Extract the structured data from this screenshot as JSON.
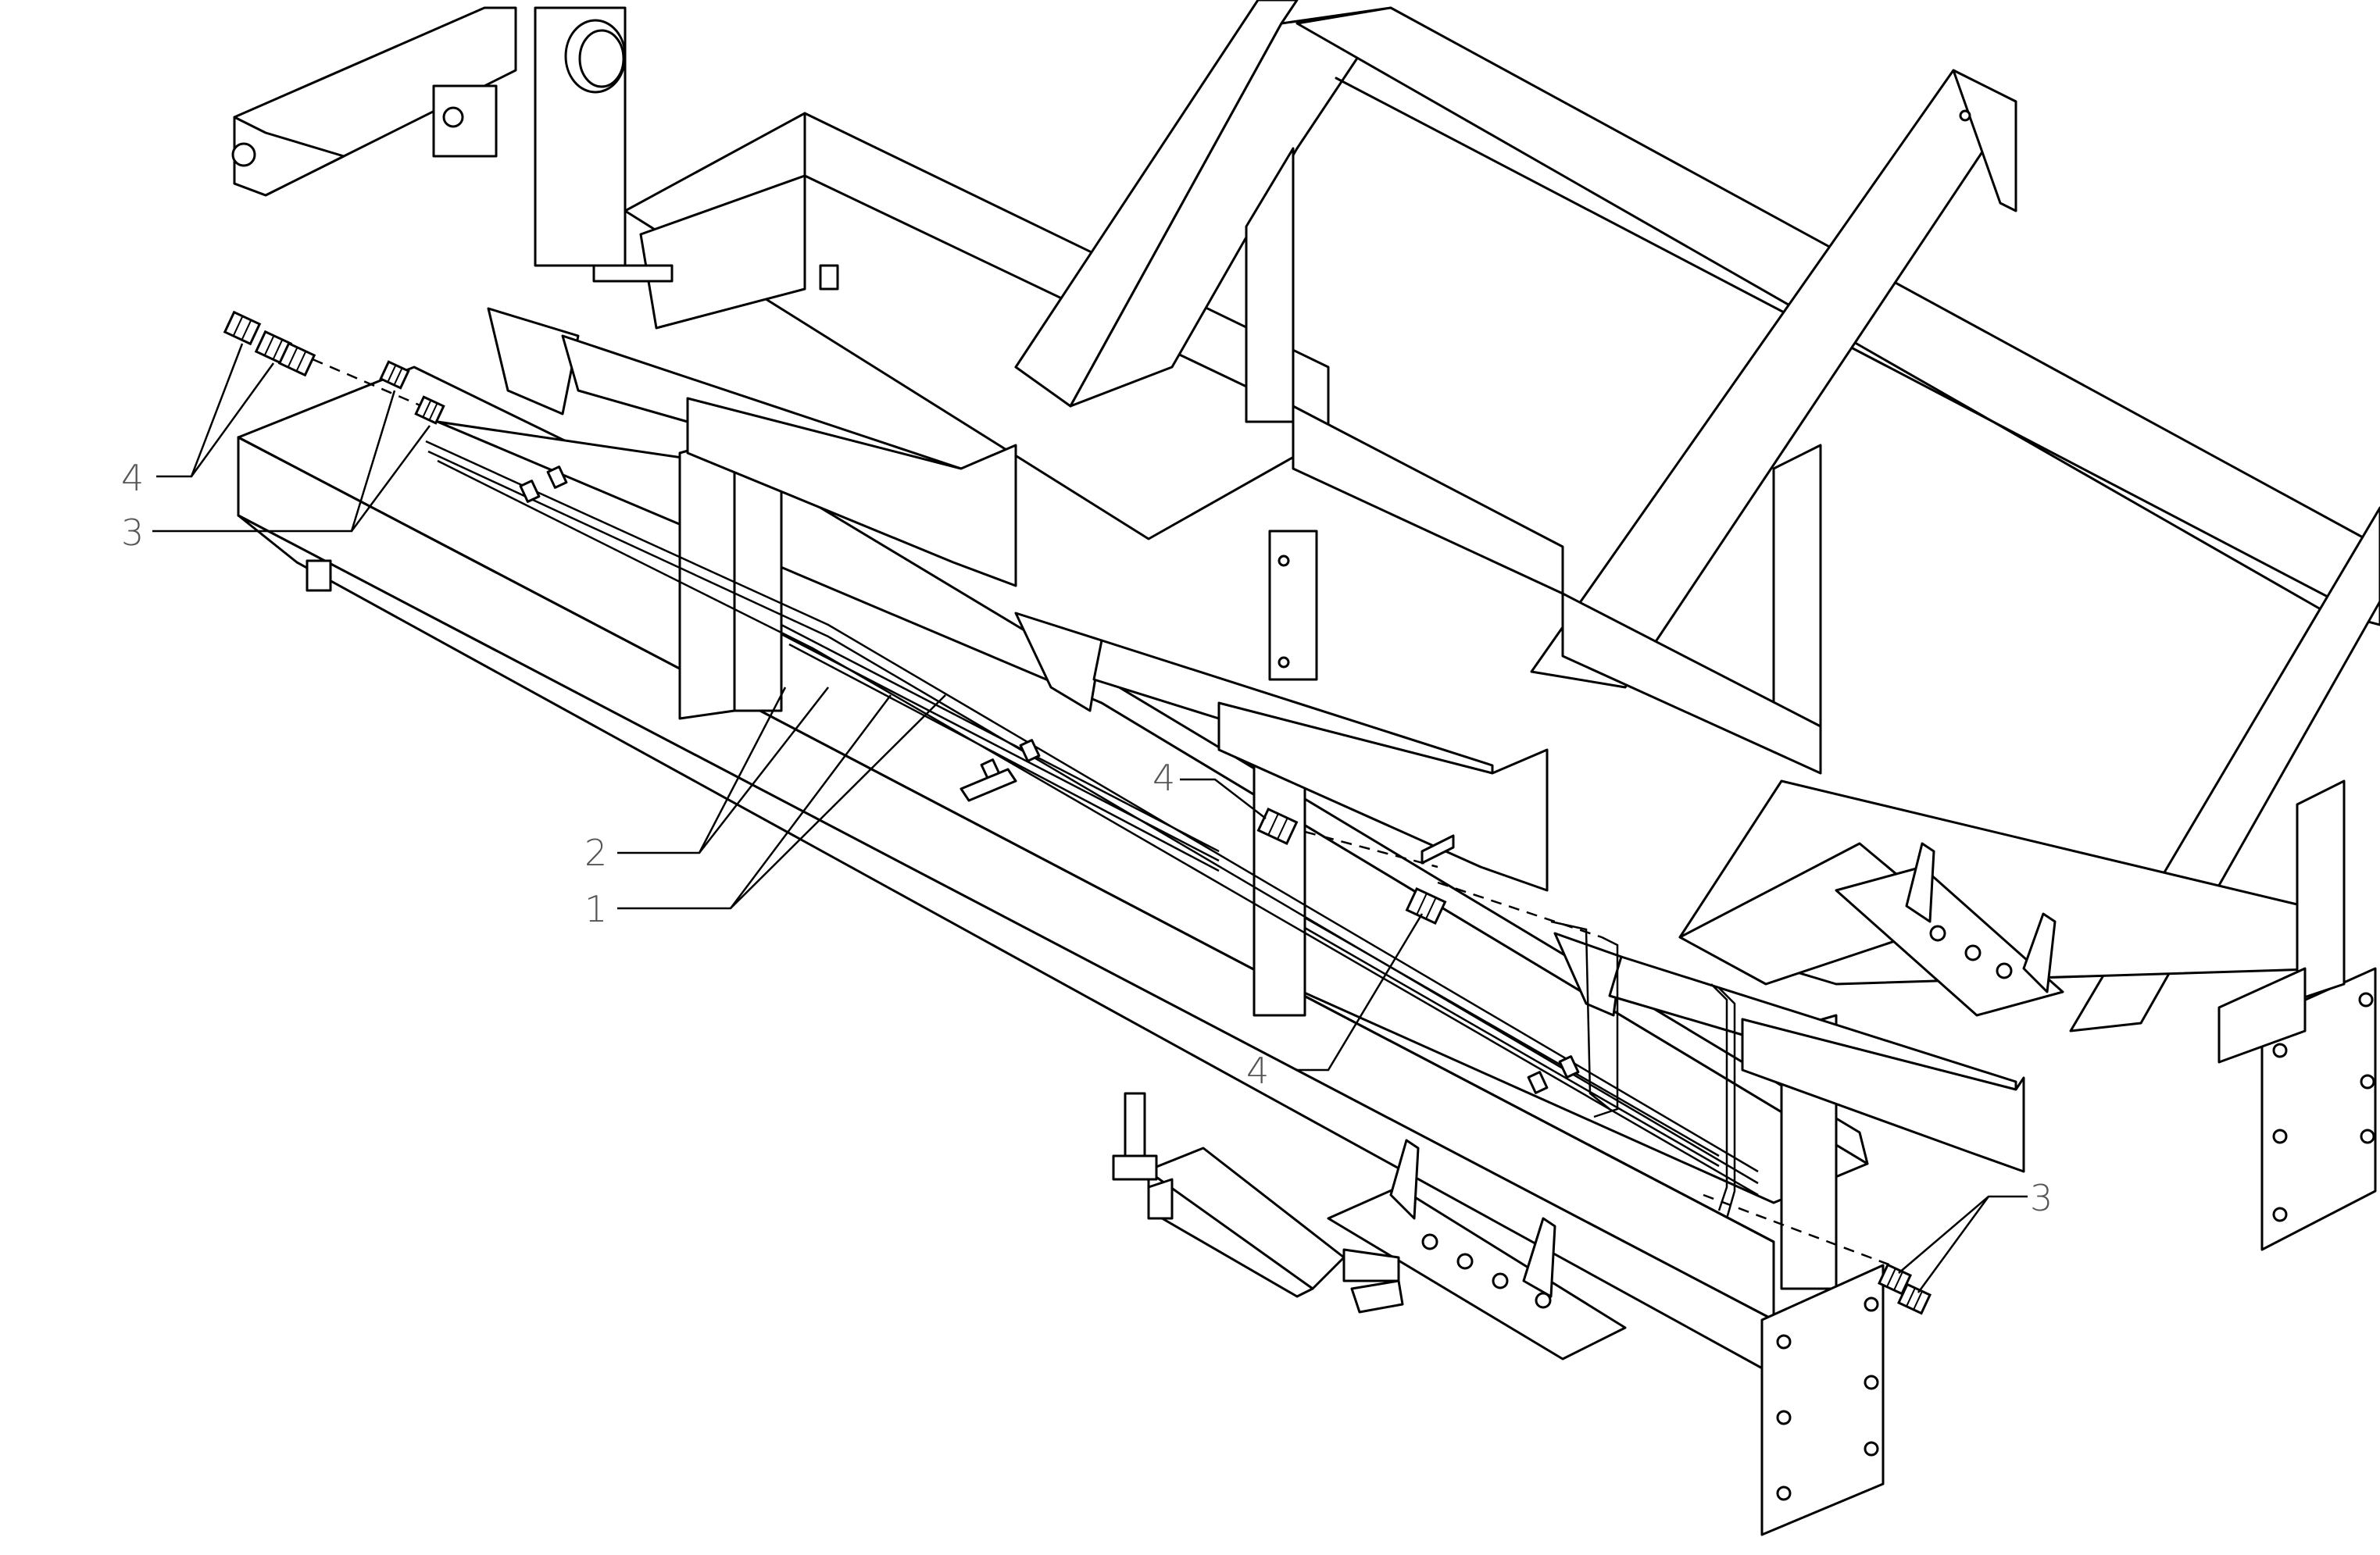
{
  "callouts": [
    {
      "id": "c1",
      "label": "4"
    },
    {
      "id": "c2",
      "label": "3"
    },
    {
      "id": "c3",
      "label": "2"
    },
    {
      "id": "c4",
      "label": "1"
    },
    {
      "id": "c5",
      "label": "4"
    },
    {
      "id": "c6",
      "label": "4"
    },
    {
      "id": "c7",
      "label": "3"
    }
  ]
}
